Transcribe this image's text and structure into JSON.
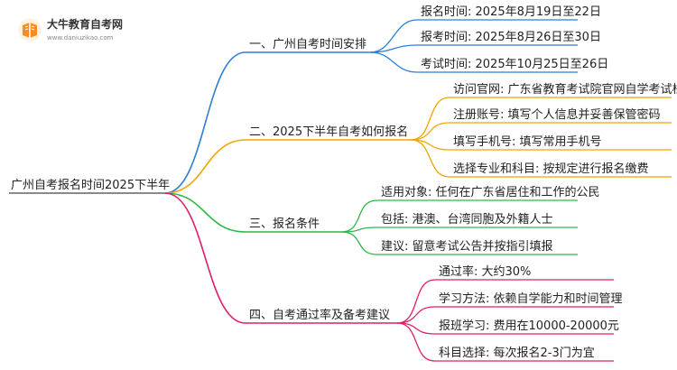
{
  "logo": {
    "name": "大牛教育自考网",
    "url": "www.daniuzikao.com",
    "color": "#ff8c1a"
  },
  "root": {
    "label": "广州自考报名时间2025下半年"
  },
  "branches": [
    {
      "label": "一、广州自考时间安排",
      "color": "#2e7dd7",
      "children": [
        "报名时间: 2025年8月19日至22日",
        "报考时间: 2025年8月26日至30日",
        "考试时间: 2025年10月25日至26日"
      ]
    },
    {
      "label": "二、2025下半年自考如何报名",
      "color": "#f0a500",
      "children": [
        "访问官网: 广东省教育考试院官网自学考试栏目",
        "注册账号: 填写个人信息并妥善保管密码",
        "填写手机号: 填写常用手机号",
        "选择专业和科目: 按规定进行报名缴费"
      ]
    },
    {
      "label": "三、报名条件",
      "color": "#2eb84a",
      "children": [
        "适用对象: 任何在广东省居住和工作的公民",
        "包括: 港澳、台湾同胞及外籍人士",
        "建议: 留意考试公告并按指引填报"
      ]
    },
    {
      "label": "四、自考通过率及备考建议",
      "color": "#e01f6a",
      "children": [
        "通过率: 大约30%",
        "学习方法: 依赖自学能力和时间管理",
        "报班学习: 费用在10000-20000元",
        "科目选择: 每次报名2-3门为宜"
      ]
    }
  ]
}
